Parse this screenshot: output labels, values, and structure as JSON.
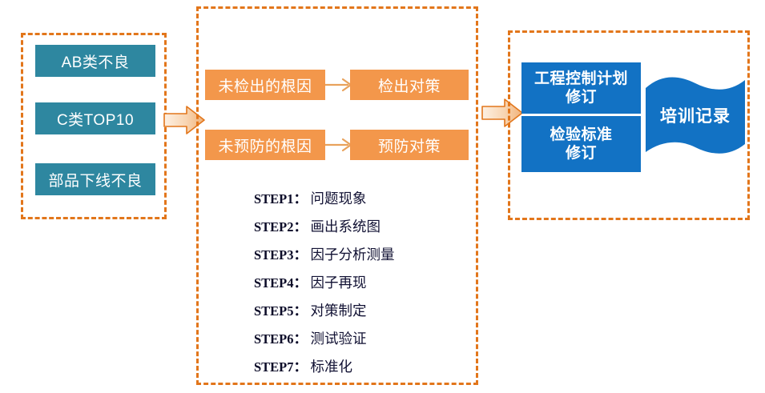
{
  "theme": {
    "panel_border": "#E2761B",
    "teal": "#2E87A0",
    "orange": "#F3974B",
    "blue": "#1272C4",
    "arrow_outline": "#E2761B",
    "text_light": "#FFFFFF",
    "text_dark": "#0B0B28"
  },
  "input_group": {
    "items": [
      {
        "label": "AB类不良"
      },
      {
        "label": "C类TOP10"
      },
      {
        "label": "部品下线不良"
      }
    ]
  },
  "process_group": {
    "rows": [
      {
        "cause": "未检出的根因",
        "action": "检出对策"
      },
      {
        "cause": "未预防的根因",
        "action": "预防对策"
      }
    ],
    "steps": [
      {
        "label": "STEP1",
        "sep": "：",
        "text": "问题现象"
      },
      {
        "label": "STEP2",
        "sep": "：",
        "text": "画出系统图"
      },
      {
        "label": "STEP3",
        "sep": "：",
        "text": "因子分析测量"
      },
      {
        "label": "STEP4",
        "sep": "：",
        "text": "因子再现"
      },
      {
        "label": "STEP5",
        "sep": "：",
        "text": "对策制定"
      },
      {
        "label": "STEP6",
        "sep": "：",
        "text": "测试验证"
      },
      {
        "label": "STEP7",
        "sep": "：",
        "text": "标准化"
      }
    ]
  },
  "output_group": {
    "documents": [
      {
        "label": "工程控制计划\n修订",
        "line1": "工程控制计划",
        "line2": "修订"
      },
      {
        "label": "检验标准\n修订",
        "line1": "检验标准",
        "line2": "修订"
      }
    ],
    "flag": {
      "label": "培训记录"
    }
  },
  "connectors": {
    "stage_arrow_1": "right-block-arrow",
    "stage_arrow_2": "right-block-arrow",
    "row_arrow_1": "right-line-arrow",
    "row_arrow_2": "right-line-arrow"
  }
}
